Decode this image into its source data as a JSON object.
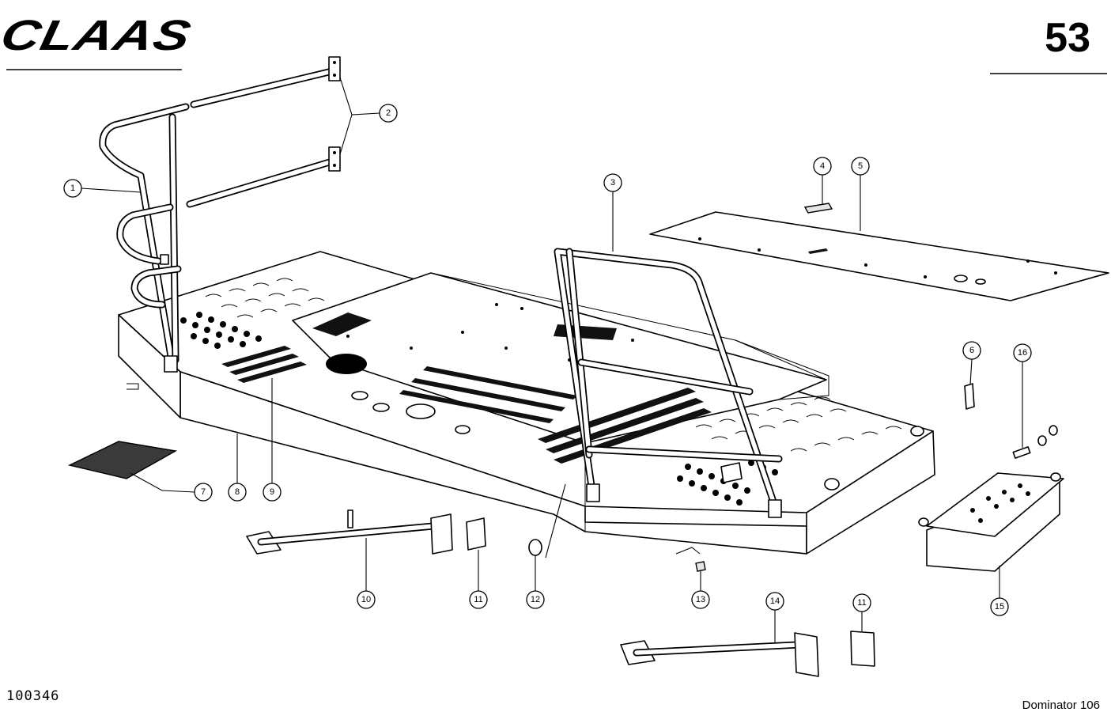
{
  "header": {
    "brand": "CLAAS",
    "page_number": "53"
  },
  "footer": {
    "drawing_number": "100346",
    "model": "Dominator 106"
  },
  "callouts": [
    {
      "id": "c1",
      "label": "1"
    },
    {
      "id": "c2",
      "label": "2"
    },
    {
      "id": "c3",
      "label": "3"
    },
    {
      "id": "c4",
      "label": "4"
    },
    {
      "id": "c5",
      "label": "5"
    },
    {
      "id": "c6",
      "label": "6"
    },
    {
      "id": "c7",
      "label": "7"
    },
    {
      "id": "c8",
      "label": "8"
    },
    {
      "id": "c9",
      "label": "9"
    },
    {
      "id": "c10",
      "label": "10"
    },
    {
      "id": "c11a",
      "label": "11"
    },
    {
      "id": "c11b",
      "label": "11"
    },
    {
      "id": "c12",
      "label": "12"
    },
    {
      "id": "c13",
      "label": "13"
    },
    {
      "id": "c14",
      "label": "14"
    },
    {
      "id": "c15",
      "label": "15"
    },
    {
      "id": "c16",
      "label": "16"
    }
  ]
}
